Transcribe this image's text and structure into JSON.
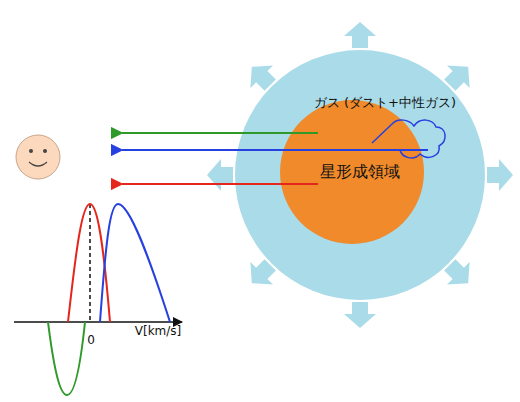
{
  "diagram": {
    "nodes": [
      {
        "text": [
          "ガス (ダスト+中性ガス)"
        ]
      },
      {
        "text": [
          "星形成領域"
        ],
        "in": 0
      }
    ],
    "labels": [
      "0",
      "V[km/s]"
    ]
  }
}
